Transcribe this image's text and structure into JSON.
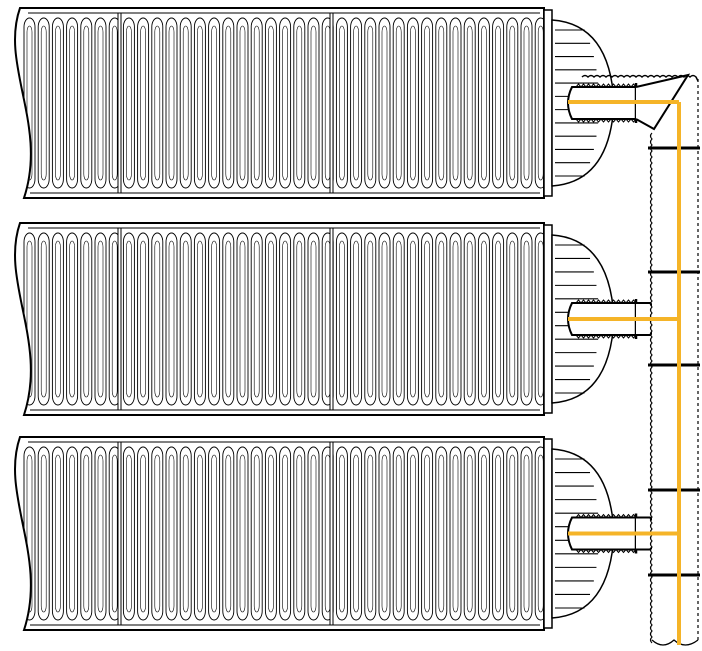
{
  "diagram": {
    "modules": [
      {
        "id": "top"
      },
      {
        "id": "middle"
      },
      {
        "id": "bottom"
      }
    ],
    "colors": {
      "outline": "#000000",
      "background": "#ffffff",
      "flow_line": "#f5b428",
      "weld_fill": "#ffffff"
    },
    "icons": [
      "fin-tube-icon",
      "header-cap-icon",
      "threaded-nipple-icon",
      "manifold-pipe-icon",
      "flow-line-icon"
    ]
  }
}
